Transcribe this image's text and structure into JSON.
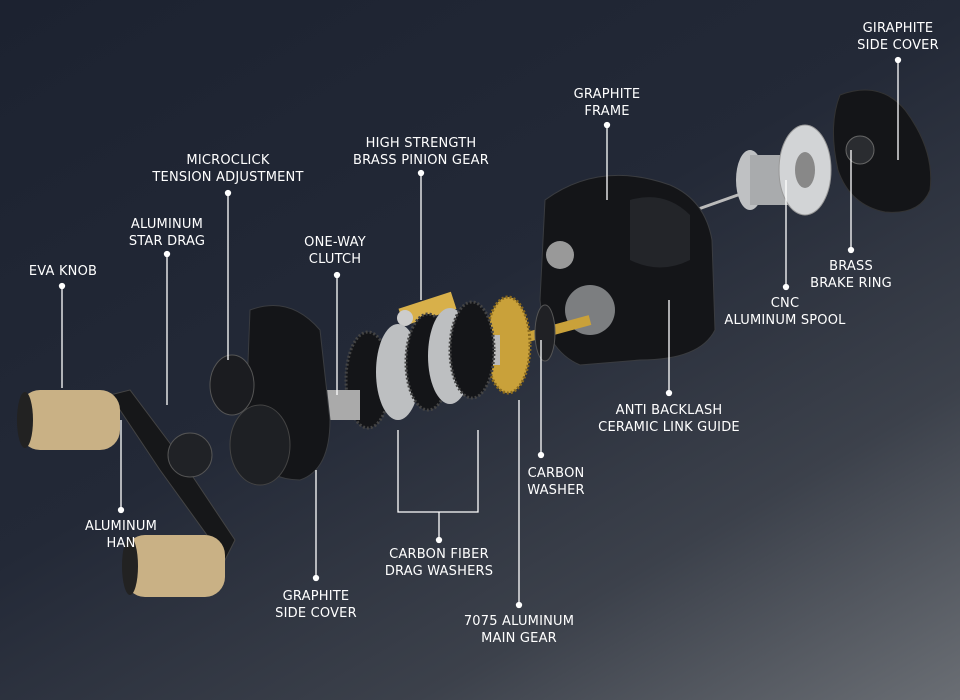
{
  "labels": {
    "eva_knob": [
      "EVA KNOB"
    ],
    "star_drag": [
      "ALUMINUM",
      "STAR DRAG"
    ],
    "microclick": [
      "MICROCLICK",
      "TENSION ADJUSTMENT"
    ],
    "clutch": [
      "ONE-WAY",
      "CLUTCH"
    ],
    "pinion": [
      "HIGH STRENGTH",
      "BRASS PINION GEAR"
    ],
    "frame": [
      "GRAPHITE",
      "FRAME"
    ],
    "side_cover_right": [
      "GIRAPHITE",
      "SIDE COVER"
    ],
    "brake_ring": [
      "BRASS",
      "BRAKE RING"
    ],
    "spool": [
      "CNC",
      "ALUMINUM SPOOL"
    ],
    "link_guide": [
      "ANTI BACKLASH",
      "CERAMIC LINK GUIDE"
    ],
    "carbon_washer": [
      "CARBON",
      "WASHER"
    ],
    "handle": [
      "ALUMINUM",
      "HAN"
    ],
    "drag_washers": [
      "CARBON FIBER",
      "DRAG WASHERS"
    ],
    "side_cover_left": [
      "GRAPHITE",
      "SIDE COVER"
    ],
    "main_gear": [
      "7075 ALUMINUM",
      "MAIN GEAR"
    ]
  },
  "colors": {
    "cork": "#c9b185",
    "brass": "#c9a13a",
    "aluminum": "#c8cacc",
    "black": "#141518"
  }
}
